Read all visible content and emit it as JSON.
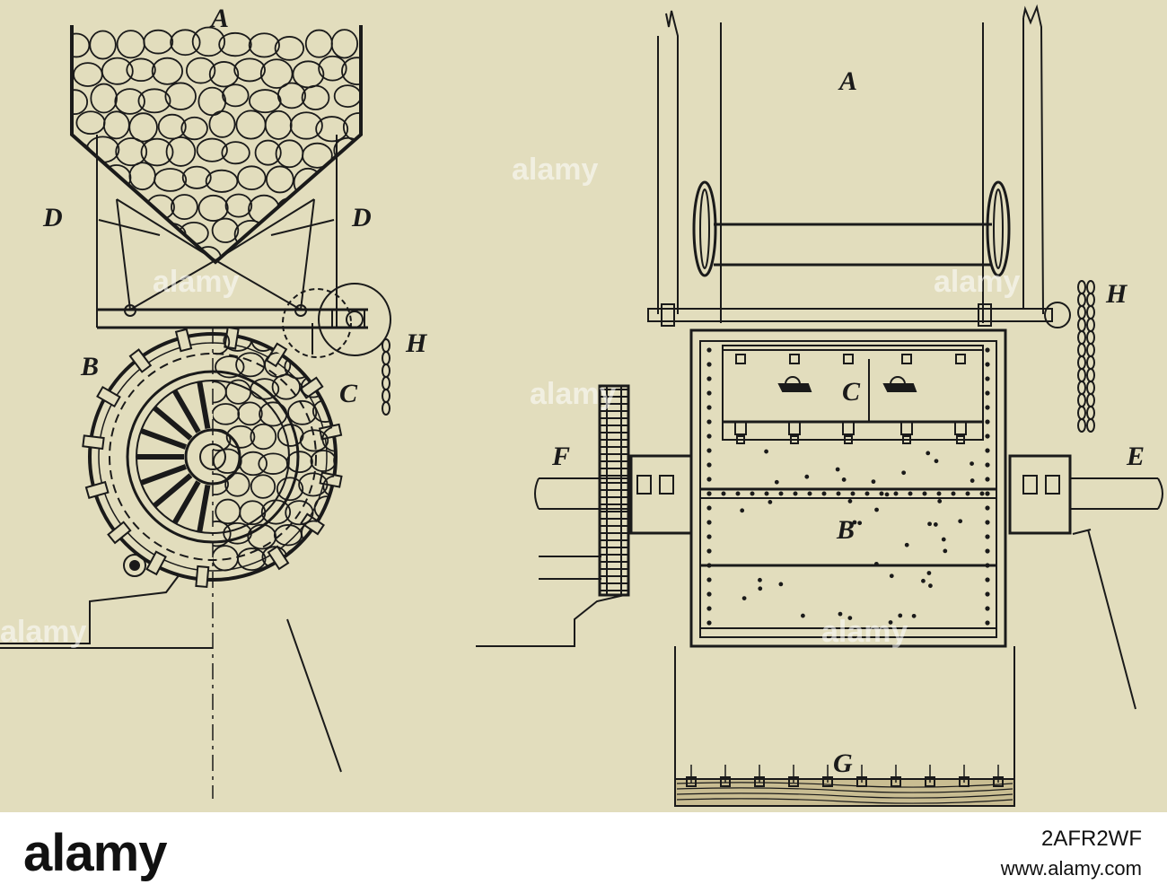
{
  "diagram": {
    "labels": {
      "left": {
        "A": "A",
        "B": "B",
        "C": "C",
        "D1": "D",
        "D2": "D",
        "H": "H"
      },
      "right": {
        "A": "A",
        "B": "B",
        "C": "C",
        "E": "E",
        "F": "F",
        "G": "G",
        "H": "H"
      }
    },
    "watermark": "alamy"
  },
  "footer": {
    "logo": "alamy",
    "image_id": "2AFR2WF",
    "url": "www.alamy.com"
  }
}
